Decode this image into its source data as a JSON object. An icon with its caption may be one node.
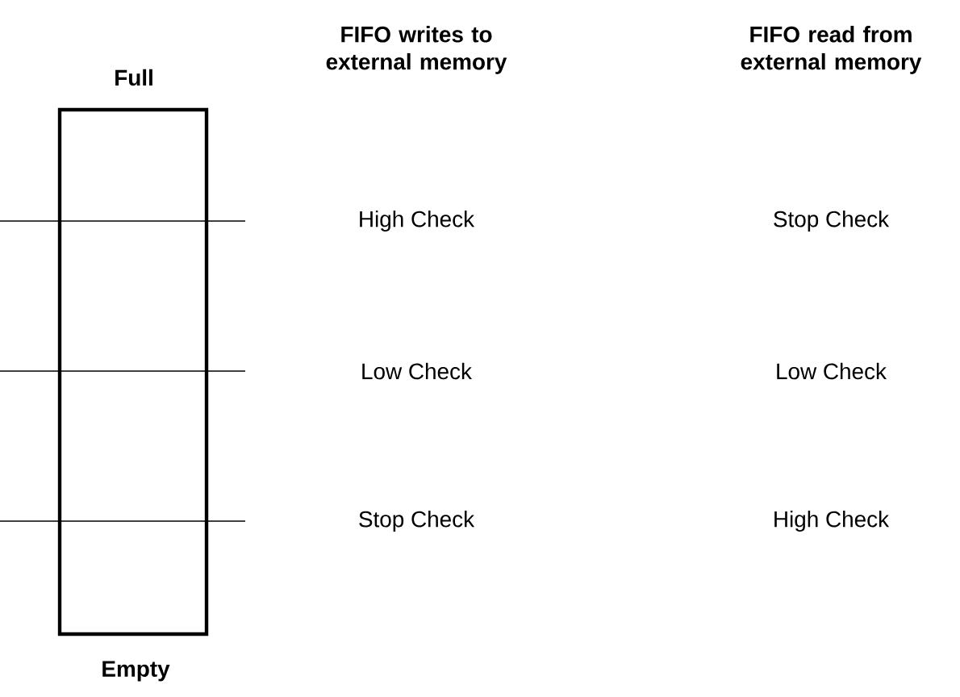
{
  "diagram": {
    "nodes": [
      {
        "text": [
          "Full",
          "Empty"
        ]
      }
    ],
    "labels": [
      "FIFO writes to external memory",
      "FIFO read from external memory",
      "High Check",
      "Stop Check",
      "Low Check",
      "Low Check",
      "Stop Check",
      "High Check"
    ]
  }
}
